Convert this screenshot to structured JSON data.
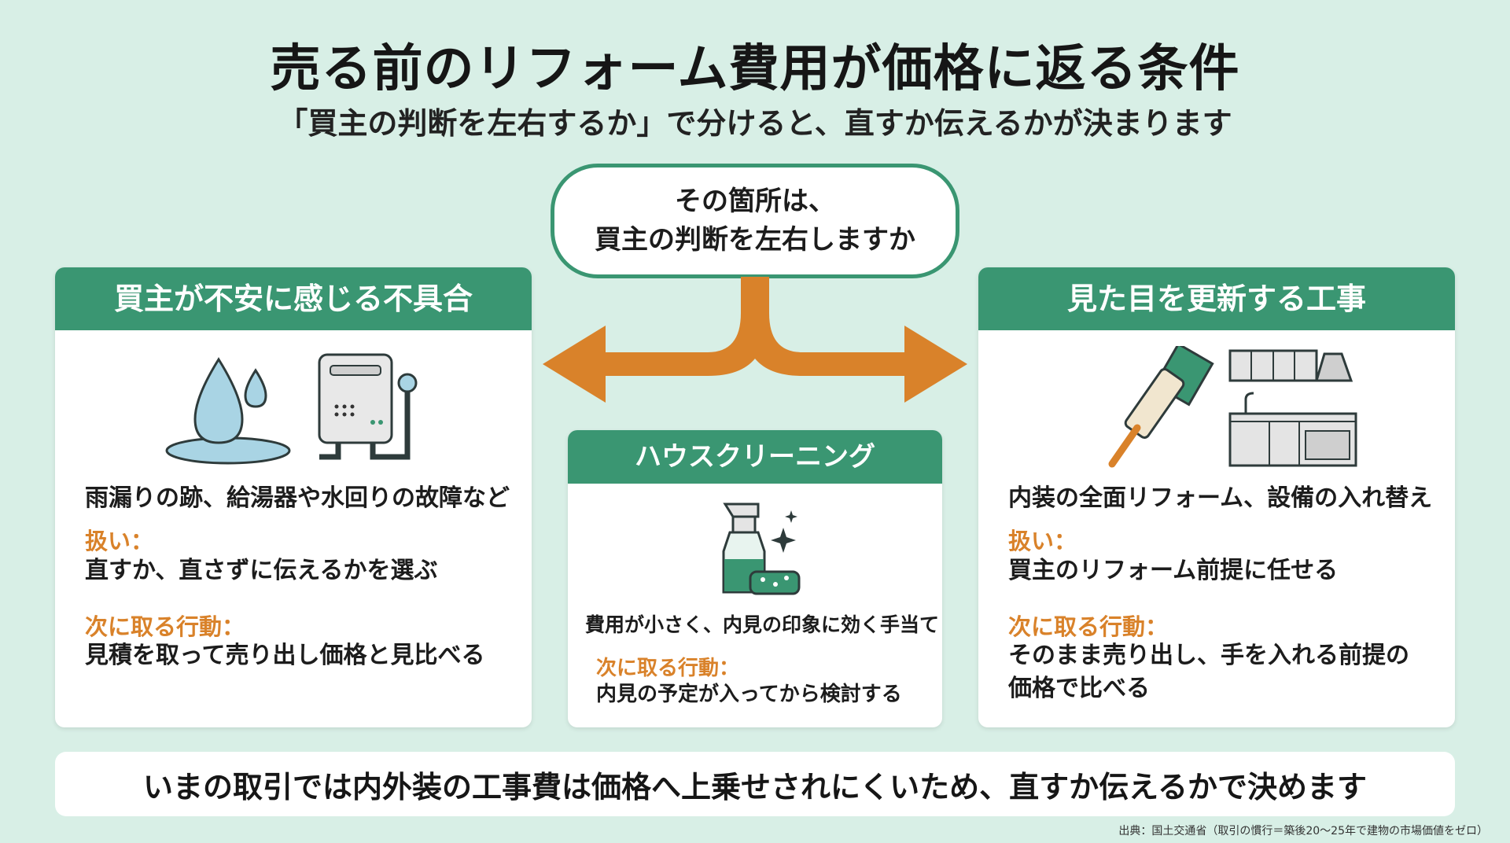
{
  "title": "売る前のリフォーム費用が価格に返る条件",
  "subtitle": "「買主の判断を左右するか」で分けると、直すか伝えるかが決まります",
  "question": {
    "line1": "その箇所は、",
    "line2": "買主の判断を左右しますか"
  },
  "left_card": {
    "header": "買主が不安に感じる不具合",
    "description": "雨漏りの跡、給湯器や水回りの故障など",
    "handling_label": "扱い：",
    "handling_value": "直すか、直さずに伝えるかを選ぶ",
    "next_label": "次に取る行動：",
    "next_value": "見積を取って売り出し価格と見比べる",
    "icons": [
      "water-drop-icon",
      "water-heater-icon"
    ]
  },
  "right_card": {
    "header": "見た目を更新する工事",
    "description": "内装の全面リフォーム、設備の入れ替え",
    "handling_label": "扱い：",
    "handling_value": "買主のリフォーム前提に任せる",
    "next_label": "次に取る行動：",
    "next_value_line1": "そのまま売り出し、手を入れる前提の",
    "next_value_line2": "価格で比べる",
    "icons": [
      "paint-roller-icon",
      "kitchen-icon"
    ]
  },
  "middle_card": {
    "header": "ハウスクリーニング",
    "description": "費用が小さく、内見の印象に効く手当て",
    "next_label": "次に取る行動：",
    "next_value": "内見の予定が入ってから検討する",
    "icons": [
      "spray-bottle-icon"
    ]
  },
  "bottom_note": "いまの取引では内外装の工事費は価格へ上乗せされにくいため、直すか伝えるかで決めます",
  "source": "出典：国土交通省（取引の慣行＝築後20〜25年で建物の市場価値をゼロ）",
  "colors": {
    "accent_green": "#3a9672",
    "arrow_orange": "#d9822a",
    "label_orange": "#d9822a",
    "background": "#d8efe6"
  }
}
